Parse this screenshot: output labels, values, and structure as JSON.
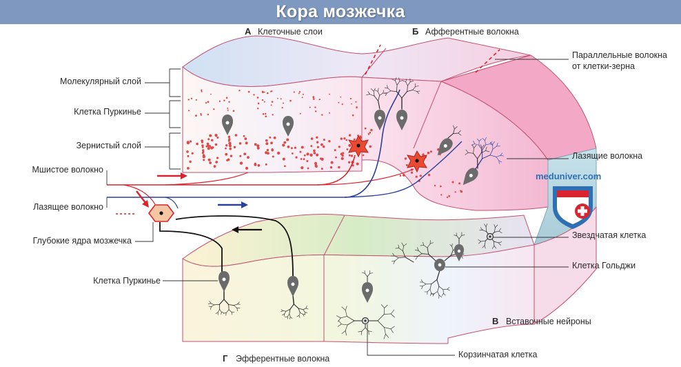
{
  "title": "Кора мозжечка",
  "sections": {
    "A": {
      "letter": "А",
      "label": "Клеточные слои"
    },
    "B": {
      "letter": "Б",
      "label": "Афферентные волокна"
    },
    "V": {
      "letter": "В",
      "label": "Вставочные нейроны"
    },
    "G": {
      "letter": "Г",
      "label": "Эфферентные волокна"
    }
  },
  "left_labels": {
    "molecular": "Молекулярный слой",
    "purkinje_layer": "Клетка Пуркинье",
    "granular": "Зернистый слой",
    "mossy": "Мшистое волокно",
    "climbing": "Лазящее волокно",
    "deep_nuclei": "Глубокие ядра мозжечка",
    "purkinje_cell": "Клетка Пуркинье"
  },
  "right_labels": {
    "parallel_line1": "Параллельные волокна",
    "parallel_line2": "от клетки-зерна",
    "climbing": "Лазящие волокна",
    "stellate": "Звездчатая клетка",
    "golgi": "Клетка Гольджи",
    "basket": "Корзинчатая клетка"
  },
  "watermark": "meduniver.com",
  "colors": {
    "title_bar": "#7e98bf",
    "mossy_red": "#d9232e",
    "climbing_blue": "#2b3f9c",
    "band_pink": "#e06b8a",
    "cell_grey": "#6b6b6b"
  }
}
